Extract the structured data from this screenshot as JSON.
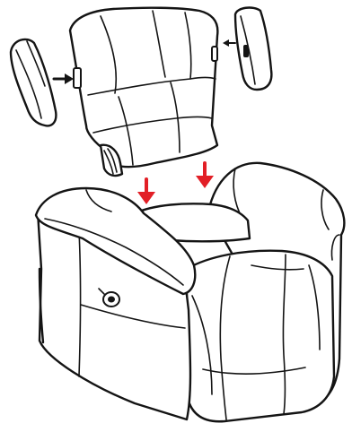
{
  "figure": {
    "subject": "recliner-armchair-backrest-assembly",
    "parts": [
      "backrest",
      "left-wing-pad",
      "right-wing-pad",
      "seat-base"
    ],
    "colors": {
      "outline": "#141414",
      "arrow": "#e21f26",
      "connector": "#141414",
      "background": "#ffffff"
    },
    "insert_arrows": {
      "count": 2,
      "direction": "down",
      "icon": "red-down-arrow-icon"
    },
    "pad_arrows": {
      "count": 2,
      "icon": "black-connector-arrow-icon"
    }
  }
}
